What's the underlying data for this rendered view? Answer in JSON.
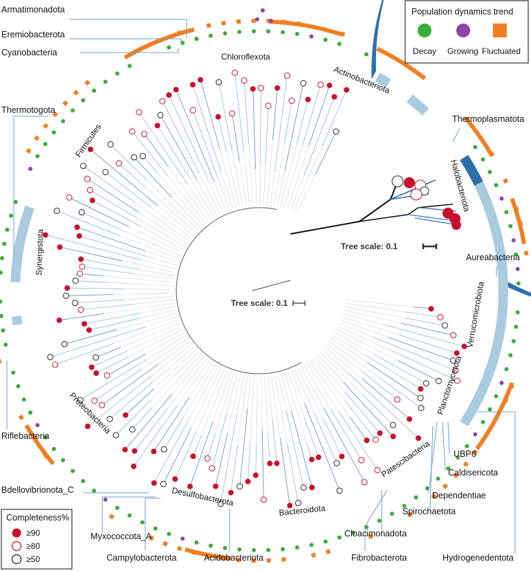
{
  "colors": {
    "ring_dark": "#2f6fae",
    "ring_light": "#a9cbe0",
    "decay": "#3cab3c",
    "growing": "#8e44ad",
    "fluctuated": "#f07f22",
    "red": "#c8102e",
    "leader": "#6d9fc7"
  },
  "legend_trend": {
    "title": "Population dynamics trend",
    "items": [
      {
        "label": "Decay",
        "shape": "circle",
        "color": "#3cab3c"
      },
      {
        "label": "Growing",
        "shape": "circle",
        "color": "#8e44ad"
      },
      {
        "label": "Fluctuated",
        "shape": "square",
        "color": "#f07f22"
      }
    ]
  },
  "legend_completeness": {
    "title": "Completeness%",
    "items": [
      {
        "label": "≥90",
        "style": "filled-red"
      },
      {
        "label": "≥80",
        "style": "open-red"
      },
      {
        "label": "≥50",
        "style": "open-black"
      }
    ]
  },
  "scale_inner": "Tree scale: 0.1",
  "scale_archaea": "Tree scale: 0.1",
  "ring_phyla": [
    {
      "name": "Chloroflexota",
      "a0": -55,
      "a1": -10,
      "tone": "dark"
    },
    {
      "name": "Actinobacteriota",
      "a0": -10,
      "a1": 32,
      "tone": "light"
    },
    {
      "name": "Firmicutes",
      "a0": -150,
      "a1": -60,
      "tone": "dark"
    },
    {
      "name": "Synergistota",
      "a0": -178,
      "a1": -160,
      "tone": "light"
    },
    {
      "name": "Proteobacteria",
      "a0": 100,
      "a1": 178,
      "tone": "dark"
    },
    {
      "name": "Desulfobacterota",
      "a0": 73,
      "a1": 100,
      "tone": "dark"
    },
    {
      "name": "Bacteroidota",
      "a0": 36,
      "a1": 73,
      "tone": "dark"
    },
    {
      "name": "Patescibacteria",
      "a0": 20,
      "a1": 36,
      "tone": "dark"
    },
    {
      "name": "Planctomycetota",
      "a0": -3,
      "a1": 13,
      "tone": "dark"
    },
    {
      "name": "Verrucomicrobiota",
      "a0": -42,
      "a1": -3,
      "tone": "dark"
    },
    {
      "name": "Halobacteriota",
      "a0": 14,
      "a1": 38,
      "tone": "light"
    }
  ],
  "callouts": [
    {
      "name": "Armatimonadota"
    },
    {
      "name": "Eremiobacterota"
    },
    {
      "name": "Cyanobacteria"
    },
    {
      "name": "Thermotogota"
    },
    {
      "name": "Thermoplasmatota"
    },
    {
      "name": "Aureabacteria"
    },
    {
      "name": "Riflebacteria"
    },
    {
      "name": "UBP6"
    },
    {
      "name": "Caldisericota"
    },
    {
      "name": "Dependentiae"
    },
    {
      "name": "Spirochaetota"
    },
    {
      "name": "Hydrogenedentota"
    },
    {
      "name": "Bdellovibrionota_C"
    },
    {
      "name": "Myxococcota_A"
    },
    {
      "name": "Campylobacterota"
    },
    {
      "name": "Acidobacteriota"
    },
    {
      "name": "Cloacimonadota"
    },
    {
      "name": "Fibrobacterota"
    }
  ]
}
